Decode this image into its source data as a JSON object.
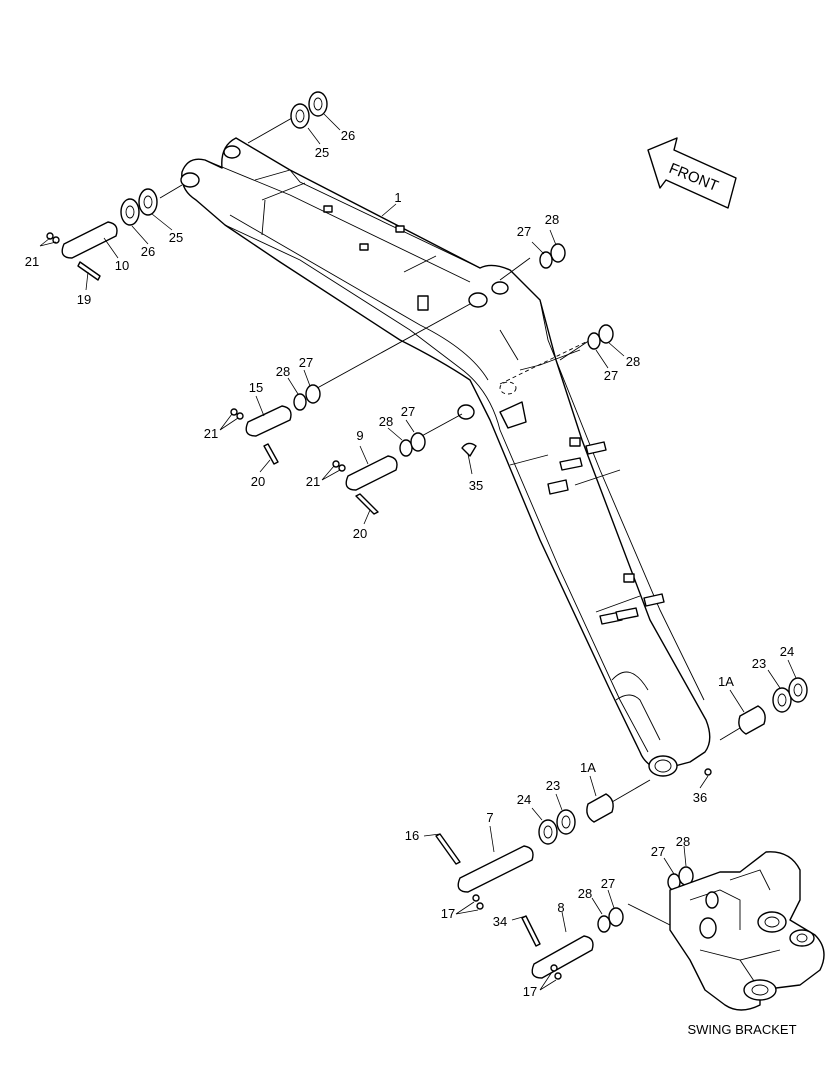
{
  "direction_label": "FRONT",
  "assembly_label": "SWING BRACKET",
  "callouts": [
    {
      "id": "c-1",
      "text": "1"
    },
    {
      "id": "c-25a",
      "text": "25"
    },
    {
      "id": "c-26a",
      "text": "26"
    },
    {
      "id": "c-21a",
      "text": "21"
    },
    {
      "id": "c-10",
      "text": "10"
    },
    {
      "id": "c-26b",
      "text": "26"
    },
    {
      "id": "c-25b",
      "text": "25"
    },
    {
      "id": "c-19",
      "text": "19"
    },
    {
      "id": "c-27a",
      "text": "27"
    },
    {
      "id": "c-28a",
      "text": "28"
    },
    {
      "id": "c-28b",
      "text": "28"
    },
    {
      "id": "c-27b",
      "text": "27"
    },
    {
      "id": "c-15",
      "text": "15"
    },
    {
      "id": "c-28c",
      "text": "28"
    },
    {
      "id": "c-27c",
      "text": "27"
    },
    {
      "id": "c-21b",
      "text": "21"
    },
    {
      "id": "c-20a",
      "text": "20"
    },
    {
      "id": "c-9",
      "text": "9"
    },
    {
      "id": "c-28d",
      "text": "28"
    },
    {
      "id": "c-27d",
      "text": "27"
    },
    {
      "id": "c-21c",
      "text": "21"
    },
    {
      "id": "c-35",
      "text": "35"
    },
    {
      "id": "c-20b",
      "text": "20"
    },
    {
      "id": "c-24a",
      "text": "24"
    },
    {
      "id": "c-23a",
      "text": "23"
    },
    {
      "id": "c-1Aa",
      "text": "1A"
    },
    {
      "id": "c-1Ab",
      "text": "1A"
    },
    {
      "id": "c-23b",
      "text": "23"
    },
    {
      "id": "c-24b",
      "text": "24"
    },
    {
      "id": "c-36",
      "text": "36"
    },
    {
      "id": "c-16",
      "text": "16"
    },
    {
      "id": "c-7",
      "text": "7"
    },
    {
      "id": "c-27e",
      "text": "27"
    },
    {
      "id": "c-28e",
      "text": "28"
    },
    {
      "id": "c-17a",
      "text": "17"
    },
    {
      "id": "c-34",
      "text": "34"
    },
    {
      "id": "c-8",
      "text": "8"
    },
    {
      "id": "c-28f",
      "text": "28"
    },
    {
      "id": "c-27f",
      "text": "27"
    },
    {
      "id": "c-17b",
      "text": "17"
    }
  ]
}
